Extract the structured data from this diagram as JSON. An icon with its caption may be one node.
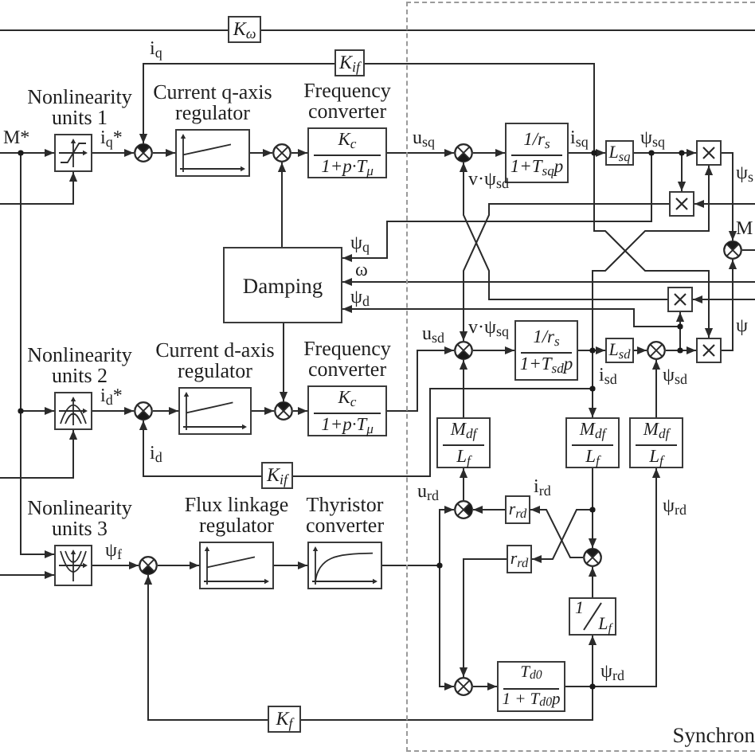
{
  "diagram": {
    "nodes": [
      {
        "text": [
          "K$_{ω}$"
        ]
      },
      {
        "text": [
          "K$_{if}$"
        ]
      },
      {
        "text": [
          "Nonlinearity units 1"
        ]
      },
      {
        "text": [],
        "shape": "circle"
      },
      {
        "text": [
          "Current q-axis regulator"
        ]
      },
      {
        "text": [],
        "shape": "circle"
      },
      {
        "text": [
          "Frequency converter",
          "K$_{c}$",
          "1+p·T$_{μ}$"
        ]
      },
      {
        "text": [
          "Damping"
        ]
      },
      {
        "text": [
          "Nonlinearity units 2"
        ]
      },
      {
        "text": [],
        "shape": "circle"
      },
      {
        "text": [
          "Current d-axis regulator"
        ]
      },
      {
        "text": [],
        "shape": "circle"
      },
      {
        "text": [
          "Frequency converter",
          "K$_{c}$",
          "1+p·T$_{μ}$"
        ]
      },
      {
        "text": [
          "K$_{if}$"
        ]
      },
      {
        "text": [
          "Nonlinearity units 3"
        ]
      },
      {
        "text": [],
        "shape": "circle"
      },
      {
        "text": [
          "Flux linkage regulator"
        ]
      },
      {
        "text": [
          "Thyristor converter"
        ]
      },
      {
        "text": [
          "K$_{f}$"
        ]
      },
      {
        "text": [
          "Synchron"
        ]
      },
      {
        "text": [],
        "shape": "circle",
        "in": 19
      },
      {
        "text": [
          "1/r$_{s}$",
          "1+T$_{sq}$p"
        ],
        "in": 19
      },
      {
        "text": [
          "L$_{sq}$"
        ],
        "in": 19
      },
      {
        "text": [],
        "shape": "box",
        "in": 19
      },
      {
        "text": [],
        "shape": "box",
        "in": 19
      },
      {
        "text": [],
        "shape": "circle",
        "in": 19
      },
      {
        "text": [],
        "shape": "box",
        "in": 19
      },
      {
        "text": [],
        "shape": "circle",
        "in": 19
      },
      {
        "text": [
          "1/r$_{s}$",
          "1+T$_{sd}$p"
        ],
        "in": 19
      },
      {
        "text": [
          "L$_{sd}$"
        ],
        "in": 19
      },
      {
        "text": [],
        "shape": "circle",
        "in": 19
      },
      {
        "text": [],
        "shape": "box",
        "in": 19
      },
      {
        "text": [
          "M$_{df}$",
          "L$_{f}$"
        ],
        "in": 19
      },
      {
        "text": [
          "M$_{df}$",
          "L$_{f}$"
        ],
        "in": 19
      },
      {
        "text": [
          "M$_{df}$",
          "L$_{f}$"
        ],
        "in": 19
      },
      {
        "text": [],
        "shape": "circle",
        "in": 19
      },
      {
        "text": [
          "r$_{rd}$"
        ],
        "in": 19
      },
      {
        "text": [
          "r$_{rd}$"
        ],
        "in": 19
      },
      {
        "text": [],
        "shape": "circle",
        "in": 19
      },
      {
        "text": [
          "1",
          "L$_{f}$"
        ],
        "in": 19
      },
      {
        "text": [],
        "shape": "circle",
        "in": 19
      },
      {
        "text": [
          "T$_{d0}$",
          "1 + T$_{d0}$p"
        ],
        "in": 19
      }
    ],
    "edges": [
      {
        "from": 19,
        "to": 0,
        "arrow": "none"
      },
      {
        "from": 0,
        "to": null,
        "arrow": "none"
      },
      {
        "from": 21,
        "to": 1,
        "arrow": "none"
      },
      {
        "from": 1,
        "to": 3,
        "arrow": "to",
        "label": "i$_{q}$"
      },
      {
        "from": null,
        "to": 2,
        "arrow": "to",
        "label": "M*"
      },
      {
        "from": null,
        "to": 2,
        "arrow": "to"
      },
      {
        "from": 2,
        "to": 3,
        "arrow": "to",
        "label": "i$_{q}$*"
      },
      {
        "from": 3,
        "to": 4,
        "arrow": "to"
      },
      {
        "from": 4,
        "to": 5,
        "arrow": "to"
      },
      {
        "from": 7,
        "to": 5,
        "arrow": "to"
      },
      {
        "from": 5,
        "to": 6,
        "arrow": "to"
      },
      {
        "from": 6,
        "to": 20,
        "arrow": "to",
        "label": "u$_{sq}$"
      },
      {
        "from": 20,
        "to": 21,
        "arrow": "to"
      },
      {
        "from": 21,
        "to": 22,
        "arrow": "to",
        "label": "i$_{sq}$"
      },
      {
        "from": 22,
        "to": 23,
        "arrow": "to",
        "label": "ψ$_{sq}$"
      },
      {
        "from": 22,
        "to": 24,
        "arrow": "to"
      },
      {
        "from": 22,
        "to": 7,
        "arrow": "to",
        "label": "ψ$_{q}$"
      },
      {
        "from": 21,
        "to": 31,
        "arrow": "to"
      },
      {
        "from": 28,
        "to": 23,
        "arrow": "to"
      },
      {
        "from": 23,
        "to": 25,
        "arrow": "to"
      },
      {
        "from": 31,
        "to": 25,
        "arrow": "to"
      },
      {
        "from": 25,
        "to": null,
        "arrow": "none",
        "label": "M"
      },
      {
        "from": null,
        "to": 24,
        "arrow": "to"
      },
      {
        "from": 19,
        "to": 7,
        "arrow": "to",
        "label": "ω"
      },
      {
        "from": 24,
        "to": 27,
        "arrow": "to",
        "label": "v·ψ$_{sq}$"
      },
      {
        "from": null,
        "to": 26,
        "arrow": "to"
      },
      {
        "from": 26,
        "to": 20,
        "arrow": "to",
        "label": "v·ψ$_{sd}$"
      },
      {
        "from": 30,
        "to": 26,
        "arrow": "to"
      },
      {
        "from": 30,
        "to": 7,
        "arrow": "to",
        "label": "ψ$_{d}$"
      },
      {
        "from": null,
        "to": 8,
        "arrow": "to"
      },
      {
        "from": null,
        "to": 8,
        "arrow": "to"
      },
      {
        "from": 8,
        "to": 9,
        "arrow": "to",
        "label": "i$_{d}$*"
      },
      {
        "from": 9,
        "to": 10,
        "arrow": "to"
      },
      {
        "from": 10,
        "to": 11,
        "arrow": "to"
      },
      {
        "from": 7,
        "to": 11,
        "arrow": "to"
      },
      {
        "from": 11,
        "to": 12,
        "arrow": "to"
      },
      {
        "from": 12,
        "to": 27,
        "arrow": "to",
        "label": "u$_{sd}$"
      },
      {
        "from": 27,
        "to": 28,
        "arrow": "to"
      },
      {
        "from": 28,
        "to": 29,
        "arrow": "to",
        "label": "i$_{sd}$"
      },
      {
        "from": 29,
        "to": 30,
        "arrow": "to"
      },
      {
        "from": 30,
        "to": 31,
        "arrow": "to",
        "label": "ψ$_{sd}$"
      },
      {
        "from": 28,
        "to": 33,
        "arrow": "to"
      },
      {
        "from": 28,
        "to": 13,
        "arrow": "none"
      },
      {
        "from": 13,
        "to": 9,
        "arrow": "to",
        "label": "i$_{d}$"
      },
      {
        "from": 32,
        "to": 27,
        "arrow": "to"
      },
      {
        "from": 34,
        "to": 30,
        "arrow": "to"
      },
      {
        "from": 35,
        "to": 32,
        "arrow": "to"
      },
      {
        "from": null,
        "to": 14,
        "arrow": "to"
      },
      {
        "from": null,
        "to": 14,
        "arrow": "to"
      },
      {
        "from": 14,
        "to": 15,
        "arrow": "to",
        "label": "ψ$_{f}$"
      },
      {
        "from": 15,
        "to": 16,
        "arrow": "to"
      },
      {
        "from": 16,
        "to": 17,
        "arrow": "to"
      },
      {
        "from": 17,
        "to": 35,
        "arrow": "to",
        "label": "u$_{rd}$"
      },
      {
        "from": 17,
        "to": 40,
        "arrow": "to"
      },
      {
        "from": 36,
        "to": 35,
        "arrow": "to"
      },
      {
        "from": 38,
        "to": 36,
        "arrow": "to",
        "label": "i$_{rd}$"
      },
      {
        "from": 33,
        "to": 38,
        "arrow": "to"
      },
      {
        "from": 33,
        "to": 37,
        "arrow": "to"
      },
      {
        "from": 39,
        "to": 38,
        "arrow": "to"
      },
      {
        "from": 37,
        "to": 40,
        "arrow": "to"
      },
      {
        "from": 40,
        "to": 41,
        "arrow": "to"
      },
      {
        "from": 41,
        "to": 39,
        "arrow": "to",
        "label": "ψ$_{rd}$"
      },
      {
        "from": 41,
        "to": 34,
        "arrow": "to",
        "label": "ψ$_{rd}$"
      },
      {
        "from": 41,
        "to": 18,
        "arrow": "none"
      },
      {
        "from": 18,
        "to": 15,
        "arrow": "to"
      }
    ],
    "labels": [
      "ψ$_{s}$",
      "ψ"
    ]
  }
}
